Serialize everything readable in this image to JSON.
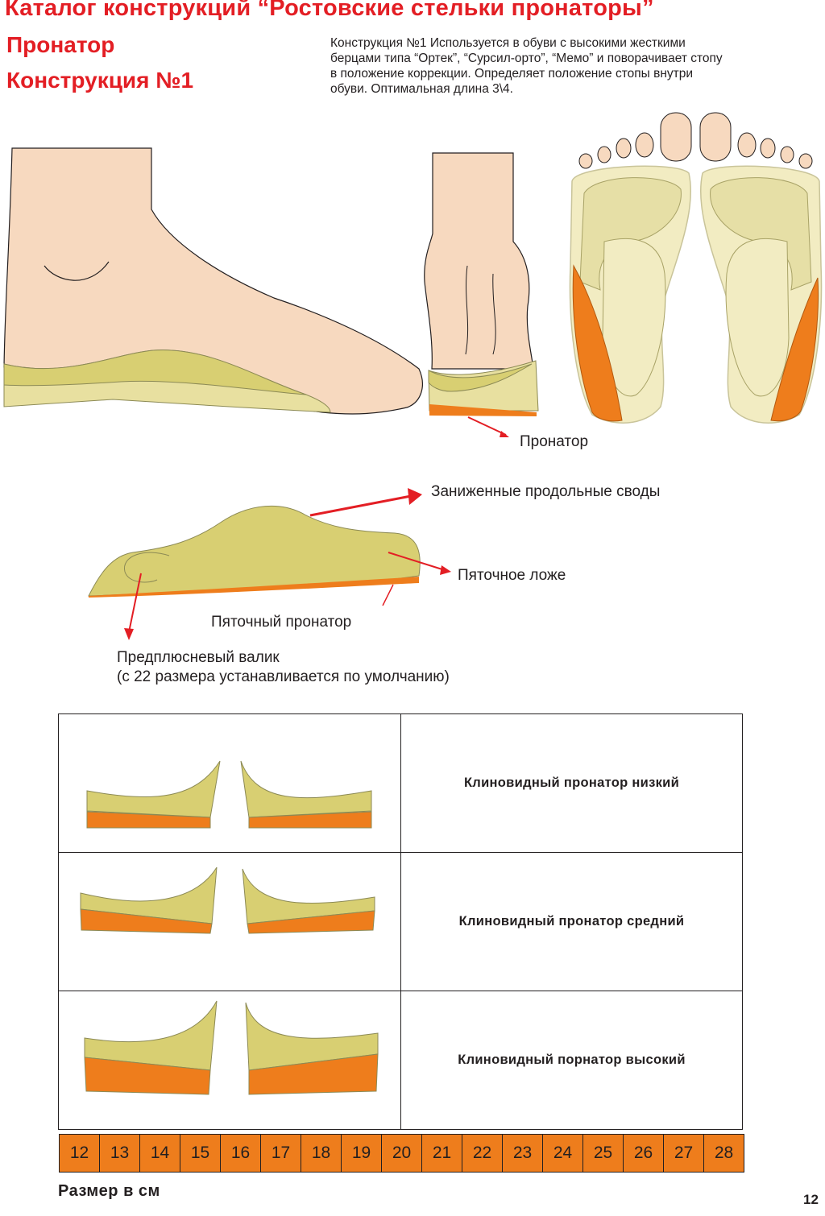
{
  "header": {
    "title": "Каталог конструкций “Ростовские стельки пронаторы”",
    "subtitle": "Пронатор",
    "construction": "Конструкция №1"
  },
  "intro_lines": [
    "Конструкция №1 Используется в обуви с высокими жесткими",
    "берцами типа “Ортек”, “Сурсил-орто”, “Мемо”  и поворачивает стопу",
    "в положение коррекции. Определяет положение стопы внутри",
    "обуви. Оптимальная длина 3\\4."
  ],
  "labels": {
    "pronator": "Пронатор",
    "arches": "Заниженные продольные своды",
    "heel_bed": "Пяточное ложе",
    "heel_pronator": "Пяточный пронатор",
    "metatarsal_line1": "Предплюсневый валик",
    "metatarsal_line2": "(с 22 размера устанавливается по умолчанию)"
  },
  "types": [
    {
      "name": "Клиновидный пронатор низкий",
      "level": "low"
    },
    {
      "name": "Клиновидный пронатор средний",
      "level": "medium"
    },
    {
      "name": "Клиновидный порнатор высокий",
      "level": "high"
    }
  ],
  "sizes": [
    "12",
    "13",
    "14",
    "15",
    "16",
    "17",
    "18",
    "19",
    "20",
    "21",
    "22",
    "23",
    "24",
    "25",
    "26",
    "27",
    "28"
  ],
  "size_caption": "Размер в см",
  "page_number": "12",
  "colors": {
    "accent_red": "#e31e24",
    "skin": "#f7d9bf",
    "insole": "#d8cf72",
    "orange": "#ee7d1c"
  }
}
